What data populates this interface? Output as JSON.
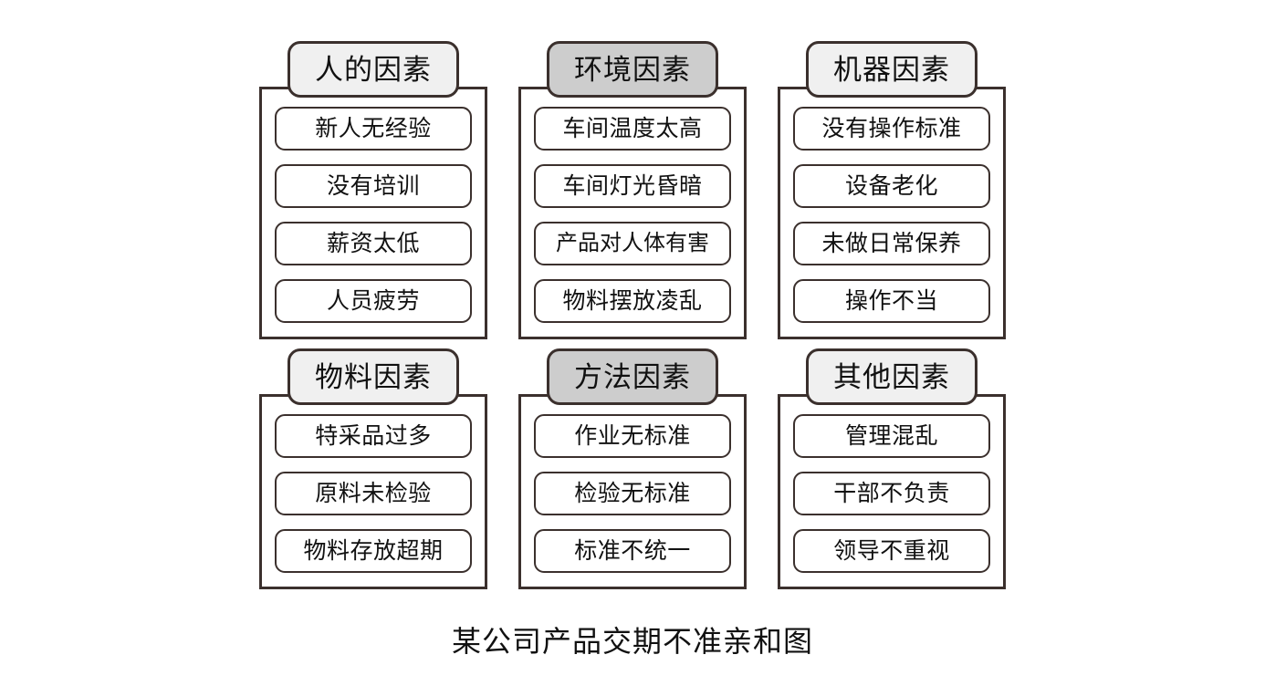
{
  "diagram": {
    "caption": "某公司产品交期不准亲和图",
    "colors": {
      "background": "#ffffff",
      "line": "#3b302d",
      "header_fill": "#f0f0f0",
      "header_fill_shaded": "#cdcdcd",
      "item_fill": "#ffffff",
      "text": "#111111"
    },
    "groups": [
      {
        "title": "人的因素",
        "shaded": false,
        "items": [
          "新人无经验",
          "没有培训",
          "薪资太低",
          "人员疲劳"
        ]
      },
      {
        "title": "环境因素",
        "shaded": true,
        "items": [
          "车间温度太高",
          "车间灯光昏暗",
          "产品对人体有害",
          "物料摆放凌乱"
        ]
      },
      {
        "title": "机器因素",
        "shaded": false,
        "items": [
          "没有操作标准",
          "设备老化",
          "未做日常保养",
          "操作不当"
        ]
      },
      {
        "title": "物料因素",
        "shaded": false,
        "items": [
          "特采品过多",
          "原料未检验",
          "物料存放超期"
        ]
      },
      {
        "title": "方法因素",
        "shaded": true,
        "items": [
          "作业无标准",
          "检验无标准",
          "标准不统一"
        ]
      },
      {
        "title": "其他因素",
        "shaded": false,
        "items": [
          "管理混乱",
          "干部不负责",
          "领导不重视"
        ]
      }
    ]
  }
}
